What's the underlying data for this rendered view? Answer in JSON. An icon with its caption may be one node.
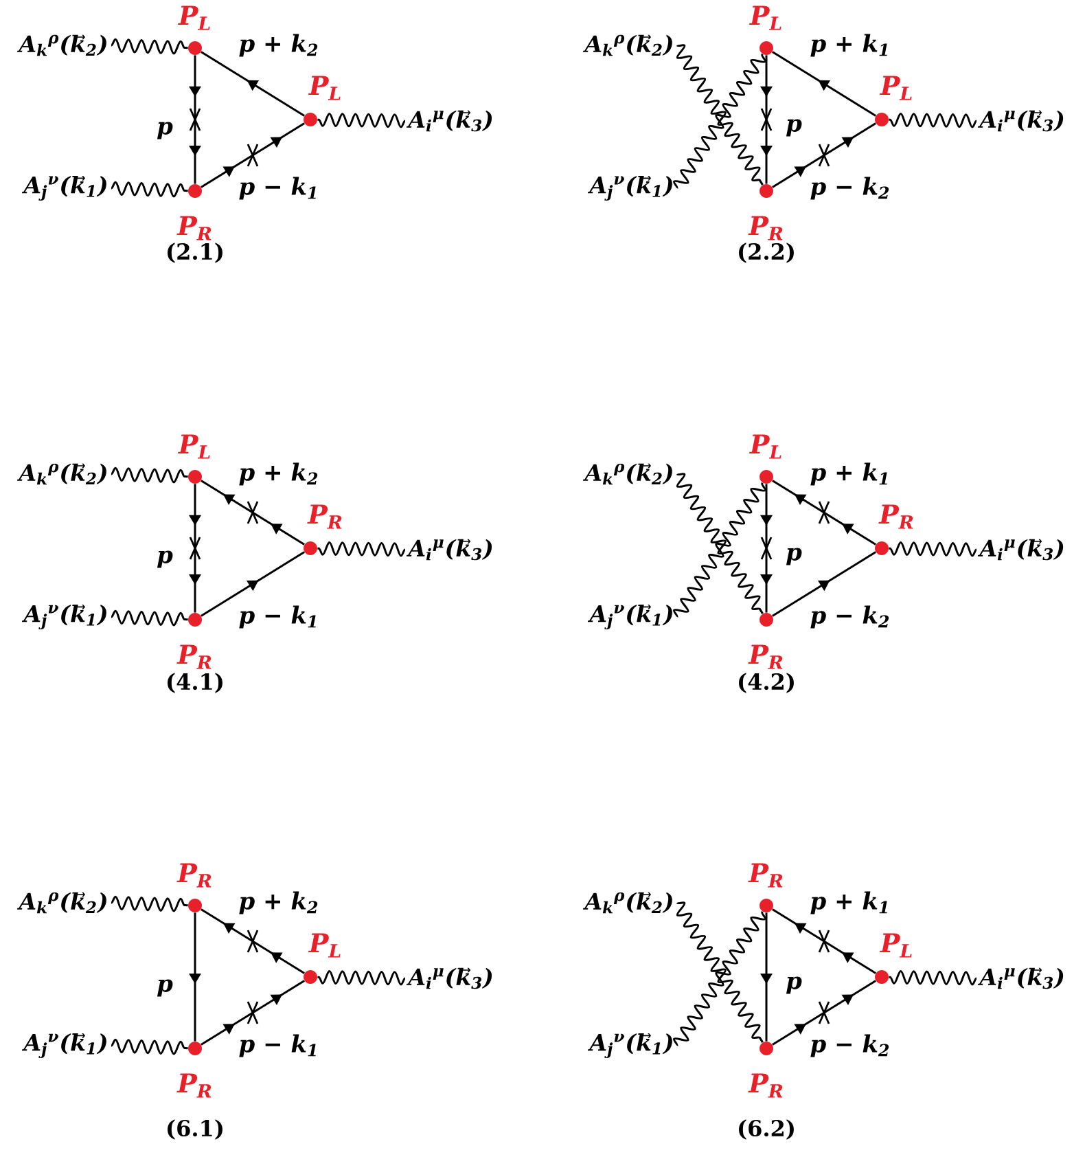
{
  "diagram": {
    "nodes": [
      {
        "text": [],
        "shape": "circle",
        "beside": [
          "P$_{L}$"
        ]
      },
      {
        "text": [
          "A$_{k}$$^{ρ}$(k⃗$_{2}$)"
        ]
      },
      {
        "text": [],
        "shape": "circle",
        "beside": [
          "P$_{L}$"
        ]
      },
      {
        "text": [
          "A$_{i}$$^{μ}$(k⃗$_{3}$)"
        ]
      },
      {
        "text": [
          "A$_{j}$$^{ν}$(k⃗$_{1}$)"
        ]
      },
      {
        "text": [],
        "shape": "circle",
        "beside": [
          "P$_{R}$"
        ]
      },
      {
        "text": [],
        "shape": "circle",
        "beside": [
          "P$_{L}$"
        ]
      },
      {
        "text": [
          "A$_{k}$$^{ρ}$(k⃗$_{2}$)"
        ]
      },
      {
        "text": [],
        "shape": "circle",
        "beside": [
          "P$_{L}$"
        ]
      },
      {
        "text": [
          "A$_{i}$$^{μ}$(k⃗$_{3}$)"
        ]
      },
      {
        "text": [
          "A$_{j}$$^{ν}$(k⃗$_{1}$)"
        ]
      },
      {
        "text": [],
        "shape": "circle",
        "beside": [
          "P$_{R}$"
        ]
      },
      {
        "text": [],
        "shape": "circle",
        "beside": [
          "P$_{L}$"
        ]
      },
      {
        "text": [
          "A$_{k}$$^{ρ}$(k⃗$_{2}$)"
        ]
      },
      {
        "text": [],
        "shape": "circle",
        "beside": [
          "P$_{R}$"
        ]
      },
      {
        "text": [
          "A$_{i}$$^{μ}$(k⃗$_{3}$)"
        ]
      },
      {
        "text": [
          "A$_{j}$$^{ν}$(k⃗$_{1}$)"
        ]
      },
      {
        "text": [],
        "shape": "circle",
        "beside": [
          "P$_{R}$"
        ]
      },
      {
        "text": [],
        "shape": "circle",
        "beside": [
          "P$_{L}$"
        ]
      },
      {
        "text": [
          "A$_{k}$$^{ρ}$(k⃗$_{2}$)"
        ]
      },
      {
        "text": [],
        "shape": "circle",
        "beside": [
          "P$_{R}$"
        ]
      },
      {
        "text": [
          "A$_{i}$$^{μ}$(k⃗$_{3}$)"
        ]
      },
      {
        "text": [
          "A$_{j}$$^{ν}$(k⃗$_{1}$)"
        ]
      },
      {
        "text": [],
        "shape": "circle",
        "beside": [
          "P$_{R}$"
        ]
      },
      {
        "text": [],
        "shape": "circle",
        "beside": [
          "P$_{R}$"
        ]
      },
      {
        "text": [
          "A$_{k}$$^{ρ}$(k⃗$_{2}$)"
        ]
      },
      {
        "text": [],
        "shape": "circle",
        "beside": [
          "P$_{L}$"
        ]
      },
      {
        "text": [
          "A$_{i}$$^{μ}$(k⃗$_{3}$)"
        ]
      },
      {
        "text": [
          "A$_{j}$$^{ν}$(k⃗$_{1}$)"
        ]
      },
      {
        "text": [],
        "shape": "circle",
        "beside": [
          "P$_{R}$"
        ]
      },
      {
        "text": [],
        "shape": "circle",
        "beside": [
          "P$_{R}$"
        ]
      },
      {
        "text": [
          "A$_{k}$$^{ρ}$(k⃗$_{2}$)"
        ]
      },
      {
        "text": [],
        "shape": "circle",
        "beside": [
          "P$_{L}$"
        ]
      },
      {
        "text": [
          "A$_{i}$$^{μ}$(k⃗$_{3}$)"
        ]
      },
      {
        "text": [
          "A$_{j}$$^{ν}$(k⃗$_{1}$)"
        ]
      },
      {
        "text": [],
        "shape": "circle",
        "beside": [
          "P$_{R}$"
        ]
      }
    ],
    "edges": [
      {
        "from": 1,
        "to": 0,
        "arrow": "none"
      },
      {
        "from": 4,
        "to": 5,
        "arrow": "none"
      },
      {
        "from": 3,
        "to": 2,
        "arrow": "none"
      },
      {
        "from": 0,
        "to": 5,
        "arrow": "to",
        "label": "p"
      },
      {
        "from": 5,
        "to": 2,
        "arrow": "to",
        "label": "p − k$_{1}$"
      },
      {
        "from": 2,
        "to": 0,
        "arrow": "to",
        "label": "p + k$_{2}$"
      },
      {
        "from": 7,
        "to": 11,
        "arrow": "none"
      },
      {
        "from": 10,
        "to": 6,
        "arrow": "none"
      },
      {
        "from": 9,
        "to": 8,
        "arrow": "none"
      },
      {
        "from": 6,
        "to": 11,
        "arrow": "to",
        "label": "p"
      },
      {
        "from": 11,
        "to": 8,
        "arrow": "to",
        "label": "p − k$_{2}$"
      },
      {
        "from": 8,
        "to": 6,
        "arrow": "to",
        "label": "p + k$_{1}$"
      },
      {
        "from": 13,
        "to": 12,
        "arrow": "none"
      },
      {
        "from": 16,
        "to": 17,
        "arrow": "none"
      },
      {
        "from": 15,
        "to": 14,
        "arrow": "none"
      },
      {
        "from": 12,
        "to": 17,
        "arrow": "to",
        "label": "p"
      },
      {
        "from": 17,
        "to": 14,
        "arrow": "to",
        "label": "p − k$_{1}$"
      },
      {
        "from": 14,
        "to": 12,
        "arrow": "to",
        "label": "p + k$_{2}$"
      },
      {
        "from": 19,
        "to": 23,
        "arrow": "none"
      },
      {
        "from": 22,
        "to": 18,
        "arrow": "none"
      },
      {
        "from": 21,
        "to": 20,
        "arrow": "none"
      },
      {
        "from": 18,
        "to": 23,
        "arrow": "to",
        "label": "p"
      },
      {
        "from": 23,
        "to": 20,
        "arrow": "to",
        "label": "p − k$_{2}$"
      },
      {
        "from": 20,
        "to": 18,
        "arrow": "to",
        "label": "p + k$_{1}$"
      },
      {
        "from": 25,
        "to": 24,
        "arrow": "none"
      },
      {
        "from": 28,
        "to": 29,
        "arrow": "none"
      },
      {
        "from": 27,
        "to": 26,
        "arrow": "none"
      },
      {
        "from": 24,
        "to": 29,
        "arrow": "to",
        "label": "p"
      },
      {
        "from": 29,
        "to": 26,
        "arrow": "to",
        "label": "p − k$_{1}$"
      },
      {
        "from": 26,
        "to": 24,
        "arrow": "to",
        "label": "p + k$_{2}$"
      },
      {
        "from": 31,
        "to": 35,
        "arrow": "none"
      },
      {
        "from": 34,
        "to": 30,
        "arrow": "none"
      },
      {
        "from": 33,
        "to": 32,
        "arrow": "none"
      },
      {
        "from": 30,
        "to": 35,
        "arrow": "to",
        "label": "p"
      },
      {
        "from": 35,
        "to": 32,
        "arrow": "to",
        "label": "p − k$_{2}$"
      },
      {
        "from": 32,
        "to": 30,
        "arrow": "to",
        "label": "p + k$_{1}$"
      }
    ],
    "labels": [
      "(2.1)",
      "(2.2)",
      "(4.1)",
      "(4.2)",
      "(6.1)",
      "(6.2)"
    ]
  }
}
